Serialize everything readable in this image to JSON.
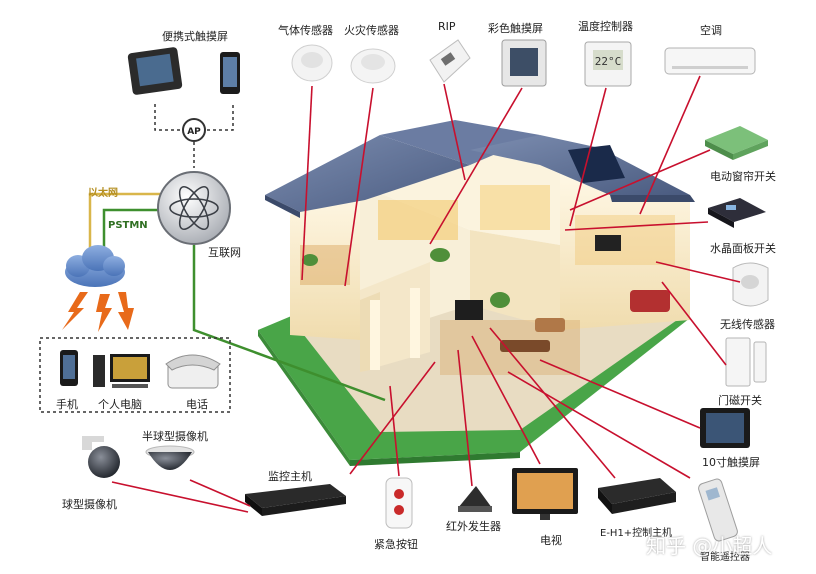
{
  "labels": {
    "portable_touchscreen": "便携式触摸屏",
    "gas_sensor": "气体传感器",
    "fire_sensor": "火灾传感器",
    "rip": "RIP",
    "color_touchscreen": "彩色触摸屏",
    "temperature_controller": "温度控制器",
    "air_conditioner": "空调",
    "electric_curtain_switch": "电动窗帘开关",
    "crystal_panel_switch": "水晶面板开关",
    "wireless_sensor": "无线传感器",
    "door_magnet_switch": "门磁开关",
    "touchscreen_10inch": "10寸触摸屏",
    "ap": "AP",
    "ethernet": "以太网",
    "pstmn": "PSTMN",
    "internet": "互联网",
    "phone": "手机",
    "pc": "个人电脑",
    "telephone": "电话",
    "dome_camera": "半球型摄像机",
    "ball_camera": "球型摄像机",
    "monitor_host": "监控主机",
    "emergency_button": "紧急按钮",
    "ir_transmitter": "红外发生器",
    "tv": "电视",
    "control_host": "E-H1+控制主机",
    "remote_control": "智能遥控器",
    "panel_display": "22°C"
  },
  "watermark": "知乎 @小超人",
  "colors": {
    "connector_red": "#c8102e",
    "ethernet_yellow": "#d9b64a",
    "pstmn_green": "#3e8f2e",
    "lawn_green": "#4aa84a",
    "roof_blue": "#5a6f95",
    "wall_cream": "#f6ecd2",
    "cloud_blue": "#5f86c6",
    "lightning_orange": "#e86a1a"
  }
}
